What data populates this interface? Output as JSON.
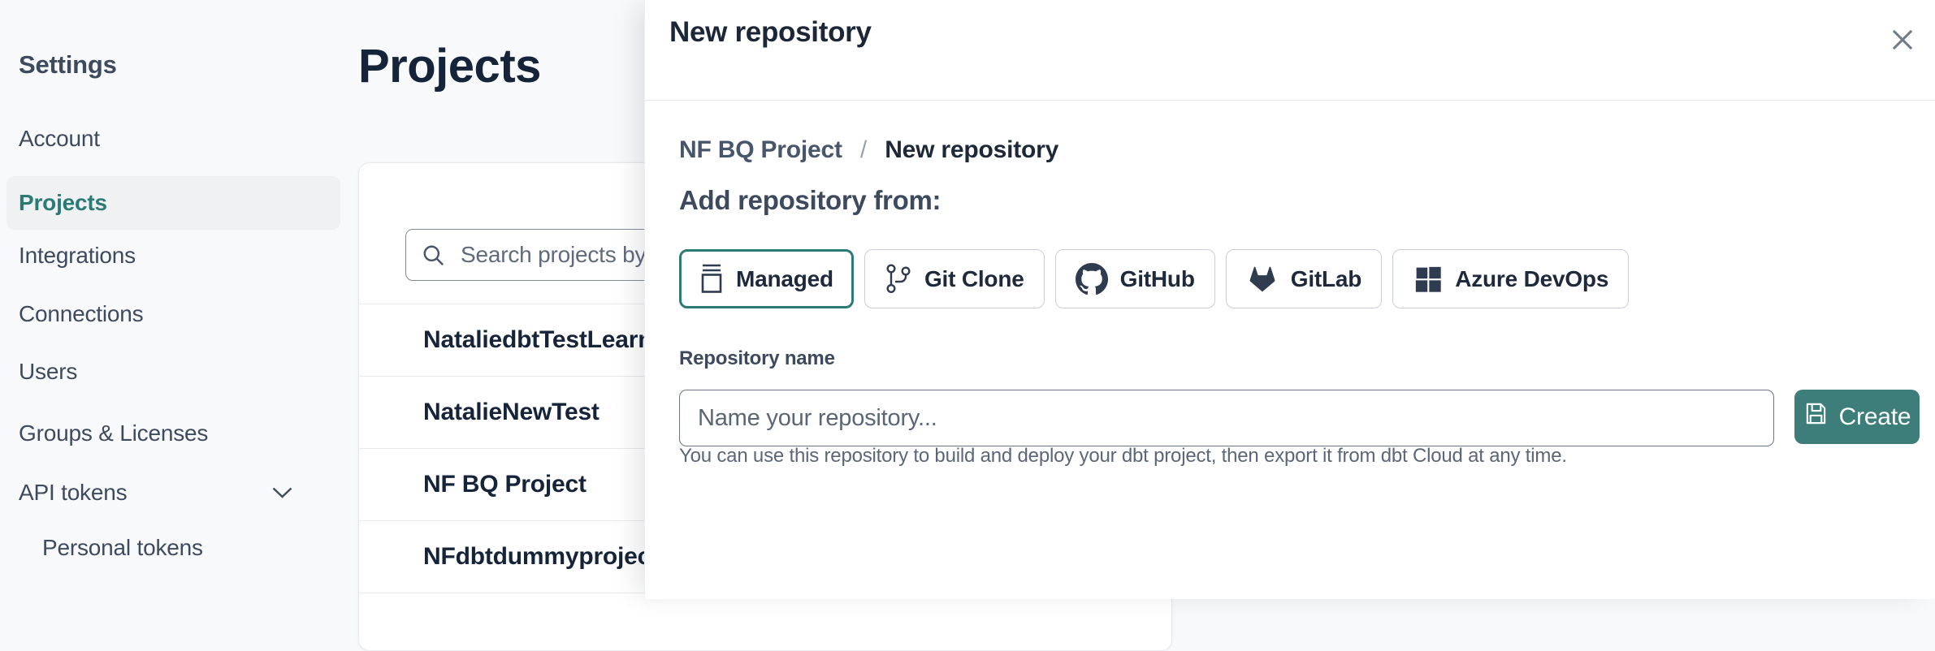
{
  "sidebar": {
    "title": "Settings",
    "items": [
      {
        "label": "Account",
        "active": false,
        "indent": false,
        "has_chevron": false
      },
      {
        "label": "Projects",
        "active": true,
        "indent": false,
        "has_chevron": false
      },
      {
        "label": "Integrations",
        "active": false,
        "indent": false,
        "has_chevron": false
      },
      {
        "label": "Connections",
        "active": false,
        "indent": false,
        "has_chevron": false
      },
      {
        "label": "Users",
        "active": false,
        "indent": false,
        "has_chevron": false
      },
      {
        "label": "Groups & Licenses",
        "active": false,
        "indent": false,
        "has_chevron": false
      },
      {
        "label": "API tokens",
        "active": false,
        "indent": false,
        "has_chevron": true
      },
      {
        "label": "Personal tokens",
        "active": false,
        "indent": true,
        "has_chevron": false
      }
    ]
  },
  "page": {
    "title": "Projects",
    "search": {
      "placeholder": "Search projects by name...",
      "value": "",
      "icon": "search-icon"
    },
    "project_rows": [
      {
        "name": "NataliedbtTestLearn T"
      },
      {
        "name": "NatalieNewTest"
      },
      {
        "name": "NF BQ Project"
      },
      {
        "name": "NFdbtdummyproject"
      }
    ]
  },
  "modal": {
    "title": "New repository",
    "close_icon": "close-icon",
    "breadcrumb": {
      "parent": "NF BQ Project",
      "separator": "/",
      "current": "New repository"
    },
    "heading": "Add repository from:",
    "source_options": [
      {
        "label": "Managed",
        "icon": "managed-repo-icon",
        "selected": true
      },
      {
        "label": "Git Clone",
        "icon": "git-branch-icon",
        "selected": false
      },
      {
        "label": "GitHub",
        "icon": "github-icon",
        "selected": false
      },
      {
        "label": "GitLab",
        "icon": "gitlab-icon",
        "selected": false
      },
      {
        "label": "Azure DevOps",
        "icon": "azure-devops-icon",
        "selected": false
      }
    ],
    "repository_name_field": {
      "label": "Repository name",
      "placeholder": "Name your repository...",
      "value": ""
    },
    "create_button": {
      "label": "Create",
      "icon": "save-icon"
    },
    "helper_text": "You can use this repository to build and deploy your dbt project, then export it from dbt Cloud at any time."
  },
  "colors": {
    "accent_teal": "#2C7B76",
    "create_button_teal": "#3D7E7A",
    "active_nav_teal": "#2B7A74",
    "heading_dark": "#16243A",
    "text_slate": "#3E4A5E",
    "muted_gray": "#5B6678",
    "border_gray": "#C9CED6",
    "divider_gray": "#E7E9EC",
    "page_background": "#F8F9FA"
  }
}
